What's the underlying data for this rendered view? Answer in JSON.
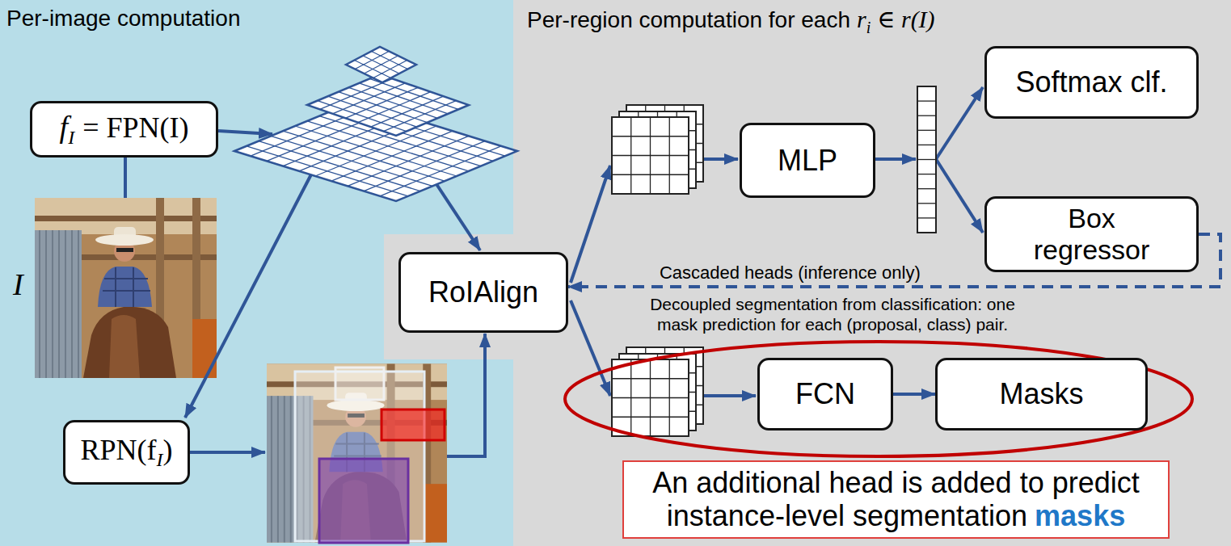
{
  "diagram": {
    "nodes": [
      {
        "text": [
          "Per-image computation"
        ]
      },
      {
        "text": [
          "Per-region computation for each",
          "r",
          "i",
          "∈ r(I)"
        ]
      },
      {
        "text": [
          "f",
          "I",
          "= FPN(I)"
        ],
        "in": 0
      },
      {
        "text": [
          "RPN(f",
          "I",
          ")"
        ],
        "in": 0
      },
      {
        "text": [
          "RoIAlign"
        ],
        "in": 1
      },
      {
        "text": [
          "MLP"
        ],
        "in": 1
      },
      {
        "text": [
          "Softmax clf."
        ],
        "in": 1
      },
      {
        "text": [
          "Box regressor"
        ],
        "in": 1
      },
      {
        "text": [
          "FCN"
        ],
        "in": 1
      },
      {
        "text": [
          "Masks"
        ],
        "in": 1
      },
      {
        "text": [
          "An additional head is added to predict instance-level segmentation",
          "masks"
        ],
        "in": 1
      }
    ],
    "edges": [
      {
        "from": 7,
        "to": 4,
        "arrow": "to",
        "label": "Cascaded heads (inference only)"
      },
      {
        "from": 8,
        "to": 9,
        "arrow": "to"
      }
    ],
    "labels": [
      "I",
      "Decoupled segmentation from classification: one mask prediction for each (proposal, class) pair."
    ]
  }
}
